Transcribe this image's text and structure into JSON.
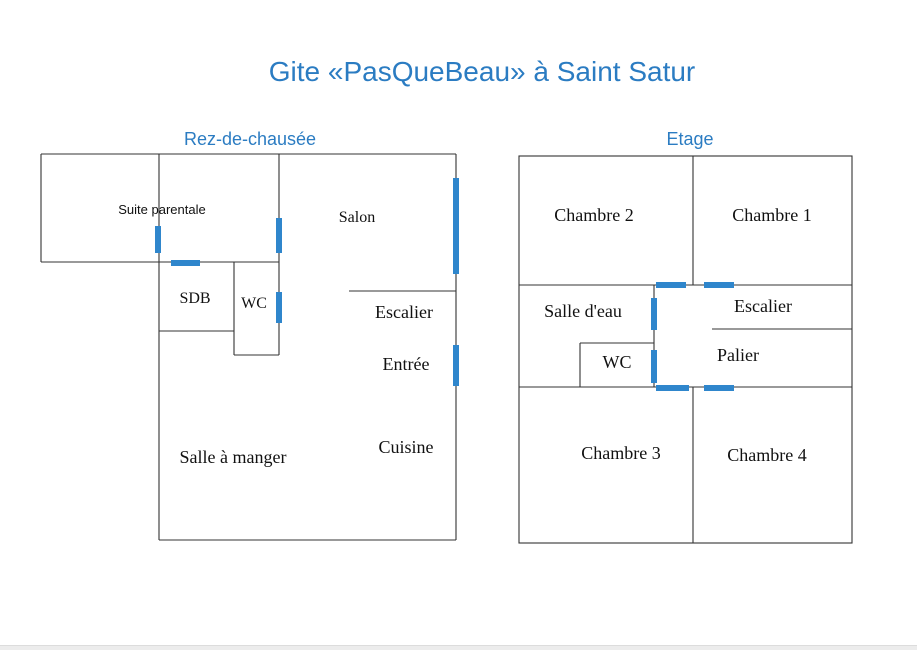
{
  "title": "Gite «PasQueBeau» à Saint Satur",
  "colors": {
    "accent": "#2b7cc2",
    "door": "#2f86cc",
    "wall": "#333333",
    "text": "#111111"
  },
  "ground_floor": {
    "label": "Rez-de-chausée",
    "rooms": {
      "suite": "Suite parentale",
      "salon": "Salon",
      "sdb": "SDB",
      "wc": "WC",
      "escalier": "Escalier",
      "entree": "Entrée",
      "salle_a_manger": "Salle à manger",
      "cuisine": "Cuisine"
    }
  },
  "upper_floor": {
    "label": "Etage",
    "rooms": {
      "chambre2": "Chambre 2",
      "chambre1": "Chambre 1",
      "salle_eau": "Salle d'eau",
      "wc": "WC",
      "escalier": "Escalier",
      "palier": "Palier",
      "chambre3": "Chambre 3",
      "chambre4": "Chambre 4"
    }
  }
}
